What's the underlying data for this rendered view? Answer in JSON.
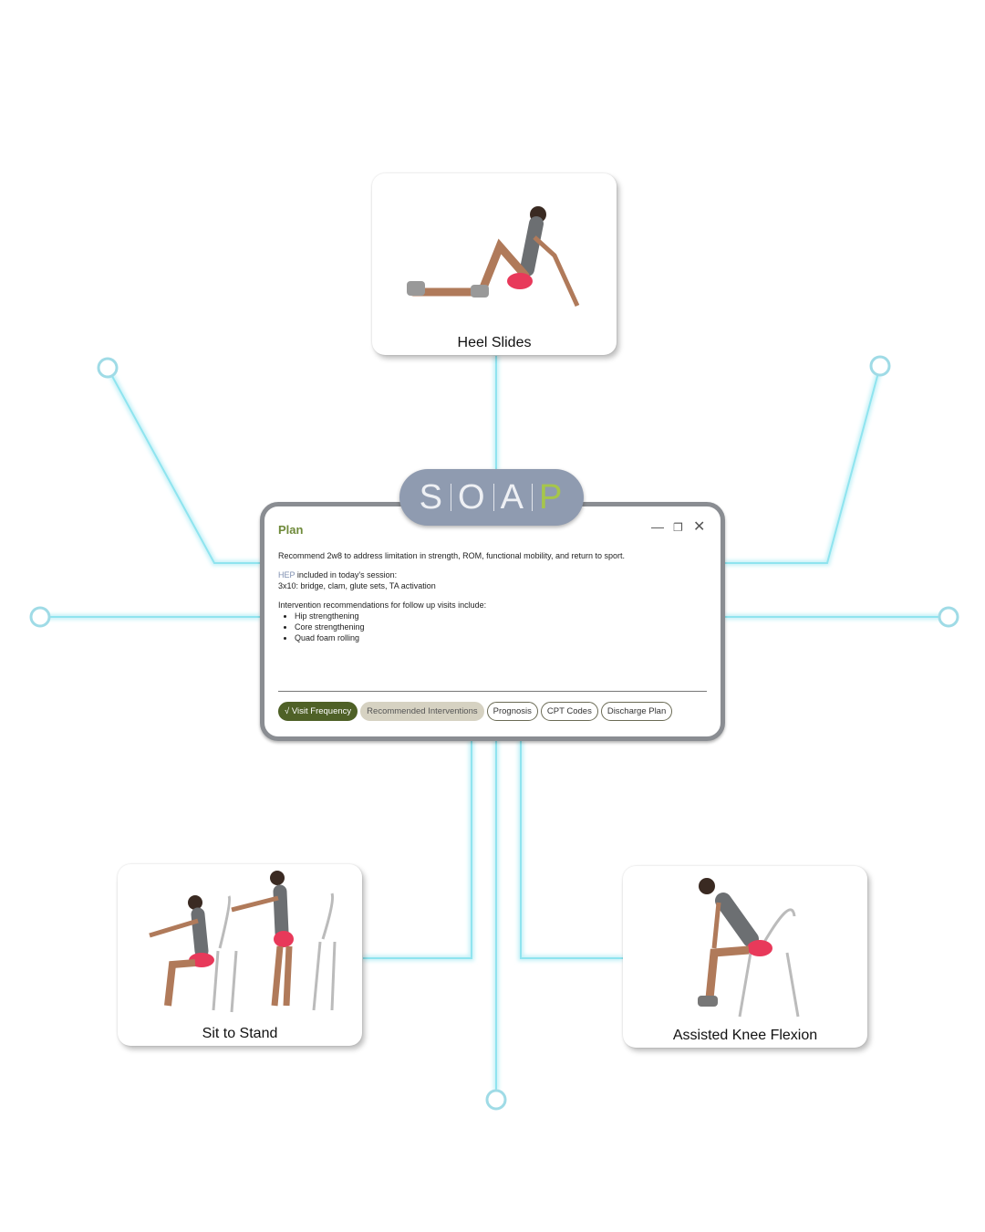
{
  "brand": {
    "letters": [
      "S",
      "O",
      "A",
      "P"
    ],
    "active_letter": "P",
    "active_color": "#a6c64a"
  },
  "window": {
    "title": "Plan",
    "controls": {
      "minimize": "minimize-icon",
      "restore": "restore-icon",
      "close": "close-icon"
    },
    "summary": "Recommend 2w8 to address limitation in strength, ROM, functional mobility, and return to sport.",
    "hep_label": "HEP",
    "hep_rest": " included in today's session:",
    "hep_detail": "3x10: bridge, clam, glute sets, TA activation",
    "interventions_intro": "Intervention recommendations for follow up visits include:",
    "interventions": [
      "Hip strengthening",
      "Core strengthening",
      "Quad foam rolling"
    ],
    "tabs": [
      {
        "label": "Visit Frequency",
        "state": "completed"
      },
      {
        "label": "Recommended Interventions",
        "state": "current"
      },
      {
        "label": "Prognosis",
        "state": "default"
      },
      {
        "label": "CPT Codes",
        "state": "default"
      },
      {
        "label": "Discharge Plan",
        "state": "default"
      }
    ],
    "check_glyph": "√"
  },
  "exercises": [
    {
      "label": "Heel Slides"
    },
    {
      "label": "Sit to Stand"
    },
    {
      "label": "Assisted Knee Flexion"
    }
  ],
  "colors": {
    "connector": "#8fe4ef",
    "brand_pill": "#8f9bb0",
    "tab_done": "#4f6127"
  }
}
